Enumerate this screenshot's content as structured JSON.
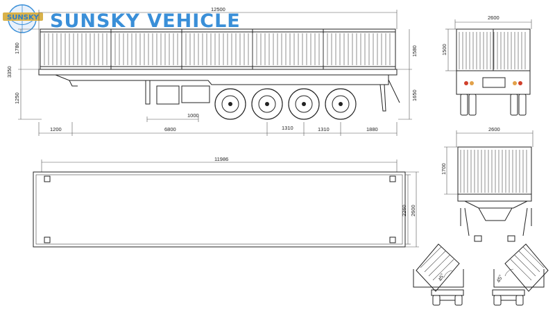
{
  "brand": {
    "logo_text": "SUNSKY",
    "title": "SUNSKY VEHICLE"
  },
  "colors": {
    "brand_blue": "#3a8fd8",
    "logo_gold": "#d9b24a",
    "lamp_red": "#d0402c",
    "line": "#222222"
  },
  "side_view": {
    "overall_length": "12500",
    "left_height_upper": "1780",
    "left_height_total": "3350",
    "left_height_lower": "1250",
    "right_height_upper": "1580",
    "right_height_lower": "1650",
    "dim_1200": "1200",
    "dim_6800": "6800",
    "dim_1000": "1000",
    "dim_1310a": "1310",
    "dim_1310b": "1310",
    "dim_1880": "1880"
  },
  "front_view": {
    "width": "2600",
    "height": "1500"
  },
  "rear_view": {
    "width": "2600",
    "height": "1700"
  },
  "top_view": {
    "length": "11986",
    "inner_width": "2260",
    "outer_width": "2600"
  },
  "door_views": {
    "left_angle": "45°",
    "right_angle": "45°"
  }
}
